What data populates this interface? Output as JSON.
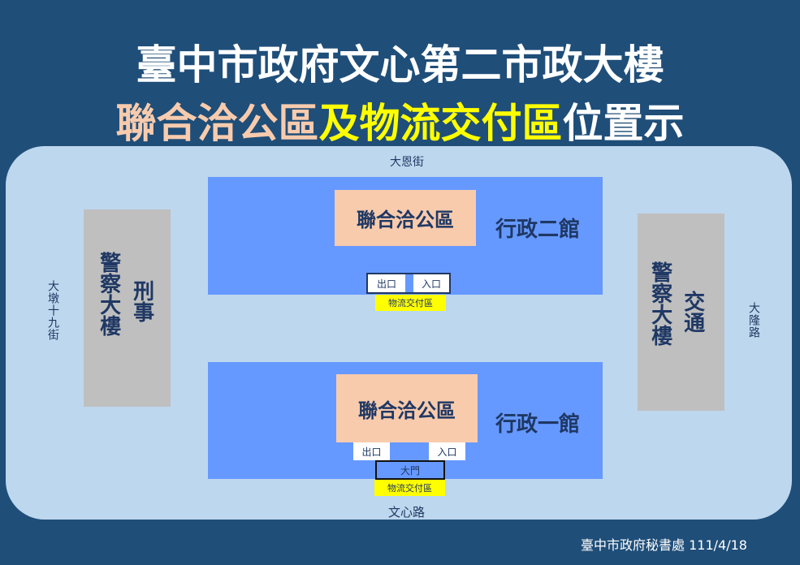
{
  "title_line1": "臺中市政府文心第二市政大樓",
  "title_line2": {
    "part1": "聯合洽公區",
    "part2": "及物流交付區",
    "part3": "位置示"
  },
  "streets": {
    "north": "大恩街",
    "south": "文心路",
    "west": "大墩十九街",
    "east": "大隆路"
  },
  "building2": {
    "name": "行政二館",
    "service": "聯合洽公區",
    "exit": "出口",
    "entrance": "入口",
    "logistics": "物流交付區"
  },
  "building1": {
    "name": "行政一館",
    "service": "聯合洽公區",
    "exit": "出口",
    "entrance": "入口",
    "gate": "大門",
    "logistics": "物流交付區"
  },
  "police_west": {
    "col1": "警察大樓",
    "col2": "刑事"
  },
  "police_east": {
    "col1": "警察大樓",
    "col2": "交通"
  },
  "footer": "臺中市政府秘書處 111/4/18"
}
